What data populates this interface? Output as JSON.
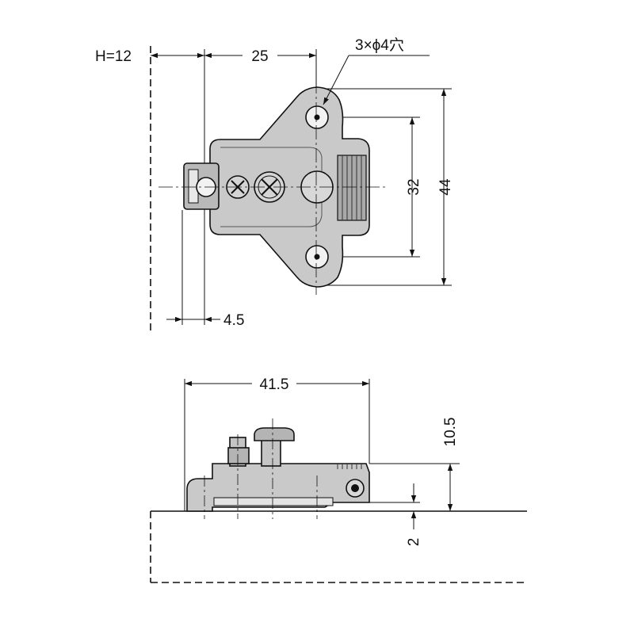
{
  "plan_view": {
    "offset_label": "H=12",
    "dim_25": "25",
    "hole_note": "3×ϕ4穴",
    "dim_32": "32",
    "dim_44": "44",
    "dim_4_5": "4.5"
  },
  "side_view": {
    "dim_41_5": "41.5",
    "dim_10_5": "10.5",
    "dim_2": "2"
  },
  "colors": {
    "part_fill": "#c9c9c9",
    "part_dark": "#a9a9a9",
    "line": "#111111"
  }
}
